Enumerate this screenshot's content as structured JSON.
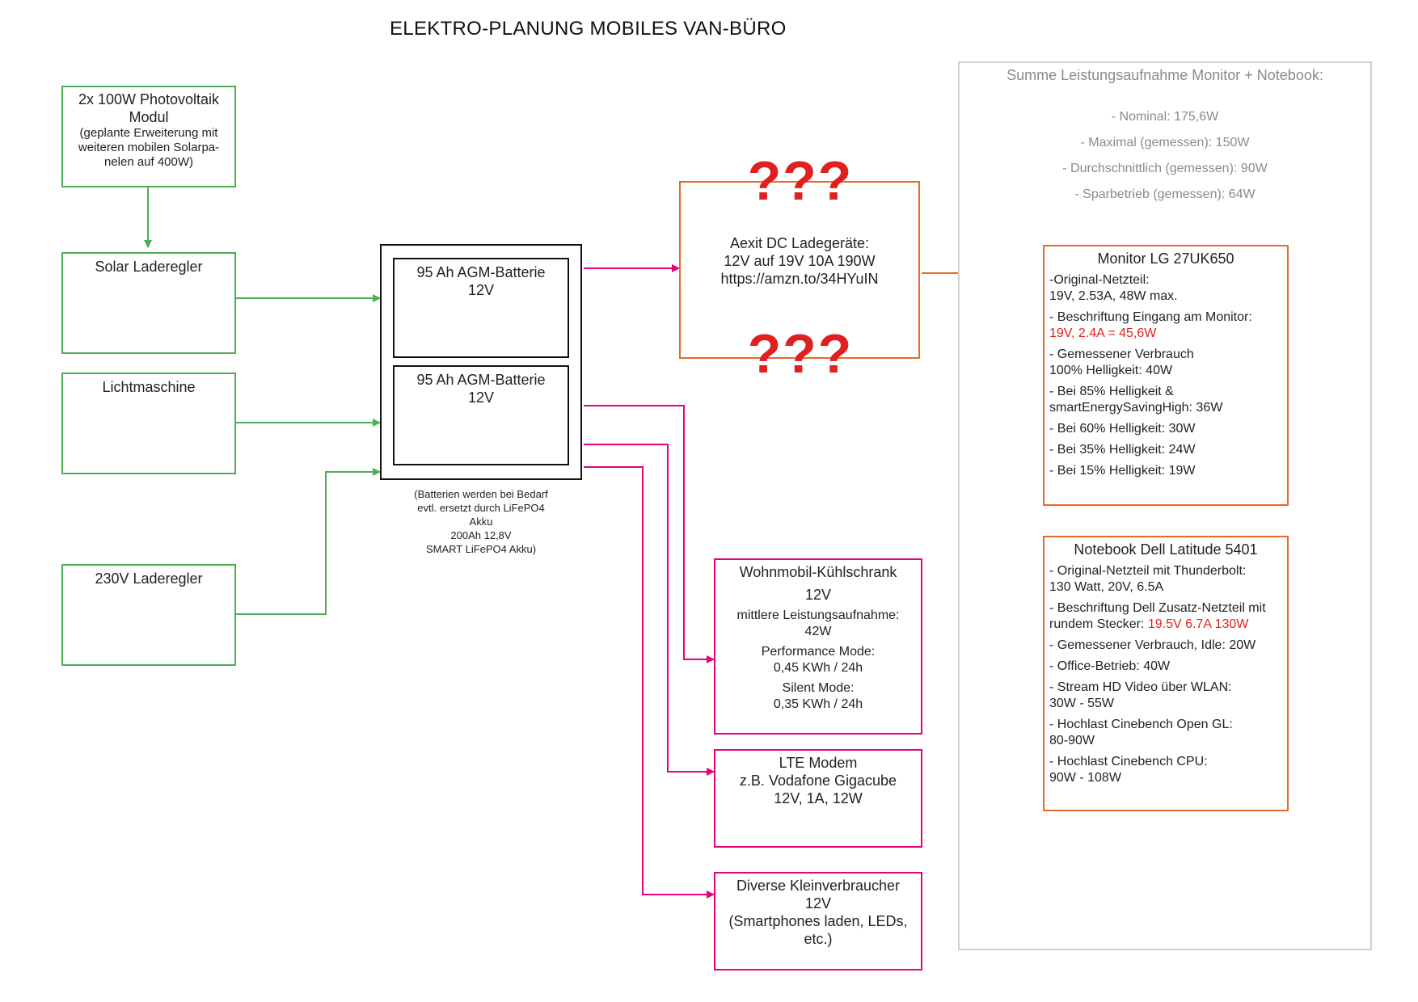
{
  "title": "ELEKTRO-PLANUNG MOBILES VAN-BÜRO",
  "sources": {
    "pv": {
      "line1": "2x 100W Photovoltaik",
      "line2": "Modul",
      "line3": "(geplante Erweiterung mit",
      "line4": "weiteren mobilen Solarpa-",
      "line5": "nelen auf 400W)"
    },
    "solar_regler": "Solar Laderegler",
    "lichtmaschine": "Lichtmaschine",
    "laderegler_230": "230V Laderegler"
  },
  "batteries": {
    "battery1": {
      "line1": "95 Ah AGM-Batterie",
      "line2": "12V"
    },
    "battery2": {
      "line1": "95 Ah AGM-Batterie",
      "line2": "12V"
    },
    "note": {
      "line1": "(Batterien werden bei Bedarf",
      "line2": "evtl. ersetzt durch LiFePO4",
      "line3": "Akku",
      "line4": "200Ah 12,8V",
      "line5": "SMART LiFePO4 Akku)"
    }
  },
  "charger": {
    "line1": "Aexit DC Ladegeräte:",
    "line2": "12V auf 19V 10A 190W",
    "line3": "https://amzn.to/34HYuIN",
    "question_marks": "???"
  },
  "consumers": {
    "fridge": {
      "title": "Wohnmobil-Kühlschrank",
      "voltage": "12V",
      "avg_label": "mittlere Leistungsaufnahme:",
      "avg_value": "42W",
      "perf_label": "Performance Mode:",
      "perf_value": "0,45 KWh / 24h",
      "silent_label": "Silent Mode:",
      "silent_value": "0,35 KWh / 24h"
    },
    "lte": {
      "line1": "LTE Modem",
      "line2": "z.B. Vodafone Gigacube",
      "line3": "12V, 1A, 12W"
    },
    "misc": {
      "line1": "Diverse Kleinverbraucher",
      "line2": "12V",
      "line3": "(Smartphones laden, LEDs,",
      "line4": "etc.)"
    }
  },
  "summary": {
    "heading": "Summe Leistungsaufnahme Monitor + Notebook:",
    "nominal": "- Nominal: 175,6W",
    "max": "- Maximal (gemessen): 150W",
    "avg": "- Durchschnittlich (gemessen): 90W",
    "eco": "- Sparbetrieb (gemessen): 64W"
  },
  "monitor": {
    "title": "Monitor LG 27UK650",
    "l1a": "-Original-Netzteil:",
    "l1b": "19V, 2.53A, 48W max.",
    "l2a": "- Beschriftung Eingang am Monitor:",
    "l2b": "19V, 2.4A = 45,6W",
    "l3a": "- Gemessener Verbrauch",
    "l3b": "100% Helligkeit: 40W",
    "l4a": "- Bei 85% Helligkeit &",
    "l4b": "smartEnergySavingHigh: 36W",
    "l5": "- Bei 60% Helligkeit: 30W",
    "l6": "- Bei 35% Helligkeit: 24W",
    "l7": "- Bei 15% Helligkeit: 19W"
  },
  "notebook": {
    "title": "Notebook Dell Latitude 5401",
    "l1a": "- Original-Netzteil mit Thunderbolt:",
    "l1b": "130 Watt, 20V, 6.5A",
    "l2a": "- Beschriftung Dell Zusatz-Netzteil mit",
    "l2b_plain": "rundem Stecker: ",
    "l2b_red": "19.5V 6.7A 130W",
    "l3": "- Gemessener Verbrauch, Idle: 20W",
    "l4": "- Office-Betrieb: 40W",
    "l5a": "- Stream HD Video über WLAN:",
    "l5b": "30W - 55W",
    "l6a": "- Hochlast Cinebench Open GL:",
    "l6b": "80-90W",
    "l7a": "- Hochlast Cinebench CPU:",
    "l7b": "90W - 108W"
  },
  "colors": {
    "green": "#4caf50",
    "pink": "#e6007e",
    "orange": "#e8692a",
    "red": "#e02020",
    "gray": "#d0d0d0"
  }
}
